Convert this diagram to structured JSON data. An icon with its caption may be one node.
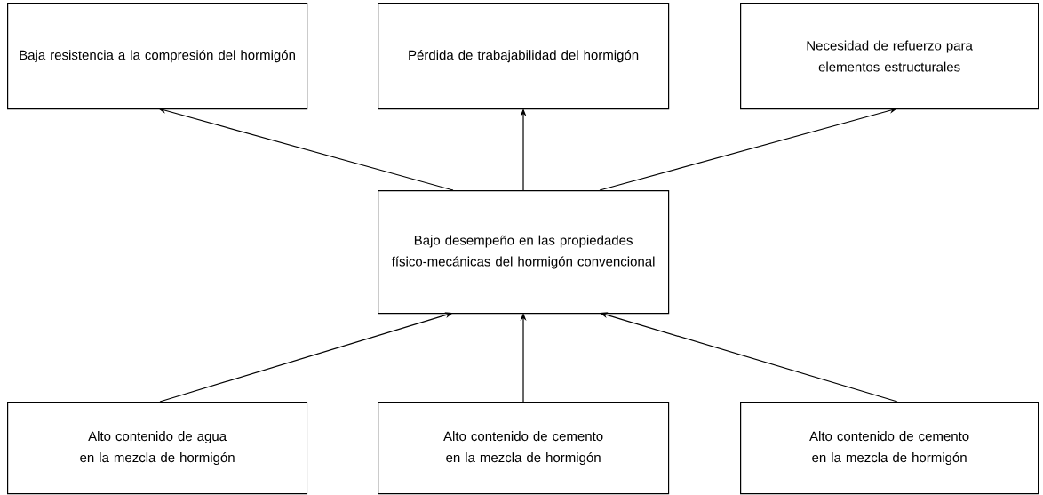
{
  "diagram": {
    "nodes": [
      {
        "text": [
          "Baja resistencia a la compresión del hormigón"
        ]
      },
      {
        "text": [
          "Pérdida de trabajabilidad del hormigón"
        ]
      },
      {
        "text": [
          "Necesidad de refuerzo para elementos estructurales"
        ]
      },
      {
        "text": [
          "Bajo desempeño en las propiedades físico-mecánicas del hormigón convencional"
        ]
      },
      {
        "text": [
          "Alto contenido de agua en la mezcla de hormigón"
        ]
      },
      {
        "text": [
          "Alto contenido de cemento en la mezcla de hormigón"
        ]
      },
      {
        "text": [
          "Alto contenido de cemento en la mezcla de hormigón"
        ]
      }
    ],
    "edges": [
      {
        "from": 3,
        "to": 0,
        "arrow": "to"
      },
      {
        "from": 3,
        "to": 1,
        "arrow": "to"
      },
      {
        "from": 3,
        "to": 2,
        "arrow": "to"
      },
      {
        "from": 4,
        "to": 3,
        "arrow": "to"
      },
      {
        "from": 5,
        "to": 3,
        "arrow": "to"
      },
      {
        "from": 6,
        "to": 3,
        "arrow": "to"
      }
    ]
  }
}
